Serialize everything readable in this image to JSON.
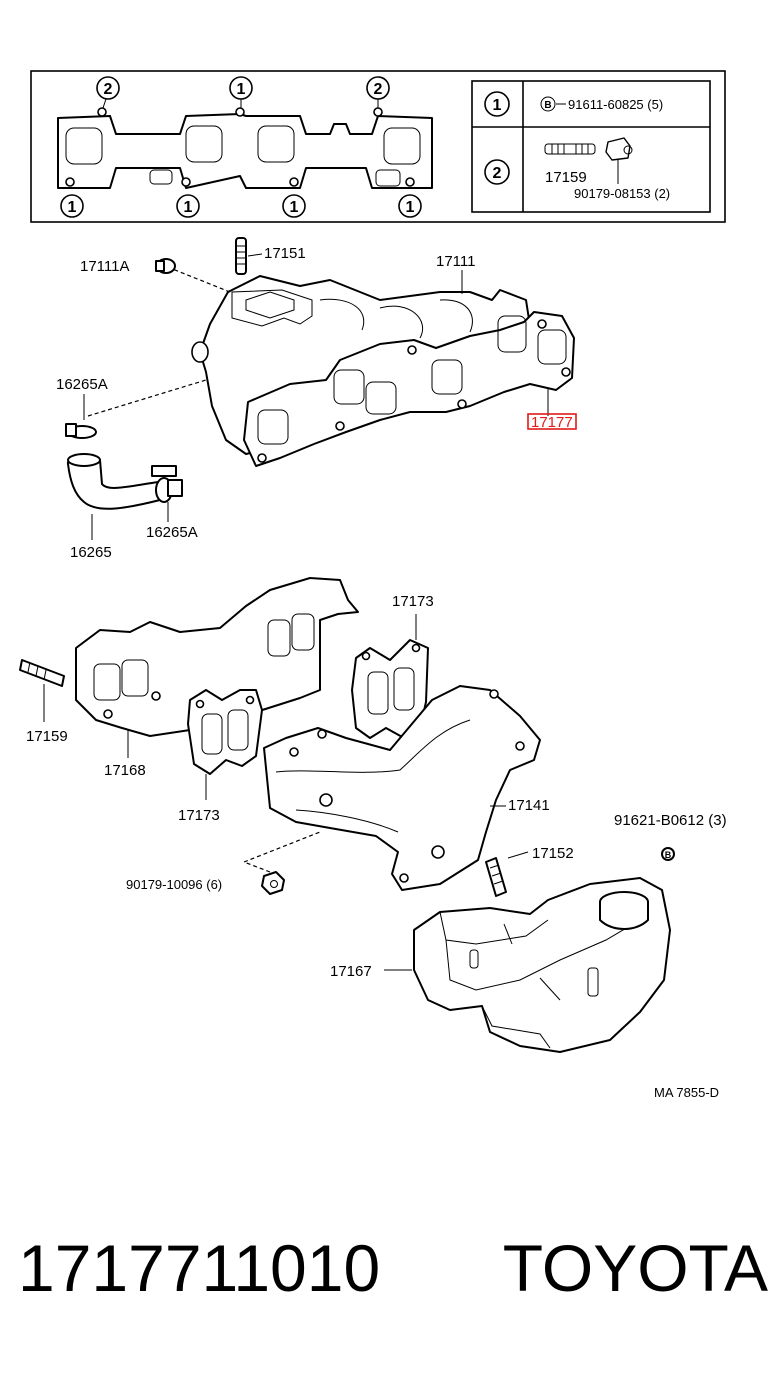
{
  "legend": {
    "rows": [
      {
        "ref": "1",
        "items": [
          {
            "code": "B",
            "part": "91611-60825 (5)"
          }
        ]
      },
      {
        "ref": "2",
        "items": [
          {
            "part": "17159"
          },
          {
            "part": "90179-08153 (2)"
          }
        ]
      }
    ]
  },
  "gasket_markers": {
    "top": [
      "2",
      "1",
      "2"
    ],
    "bottom": [
      "1",
      "1",
      "1",
      "1"
    ]
  },
  "callouts": {
    "p17111A": "17111A",
    "p17151": "17151",
    "p17111": "17111",
    "p16265A_top": "16265A",
    "p17177": "17177",
    "p16265": "16265",
    "p16265A_bottom": "16265A",
    "p17173_top": "17173",
    "p17159": "17159",
    "p17168": "17168",
    "p17173_bottom": "17173",
    "p17141": "17141",
    "p91621": "91621-B0612 (3)",
    "p91621_code": "B",
    "p17152": "17152",
    "p90179": "90179-10096 (6)",
    "p17167": "17167"
  },
  "diagram_code": "MA  7855-D",
  "highlight_color": "#e01b1b",
  "footer": {
    "part_number": "1717711010",
    "brand": "TOYOTA"
  }
}
